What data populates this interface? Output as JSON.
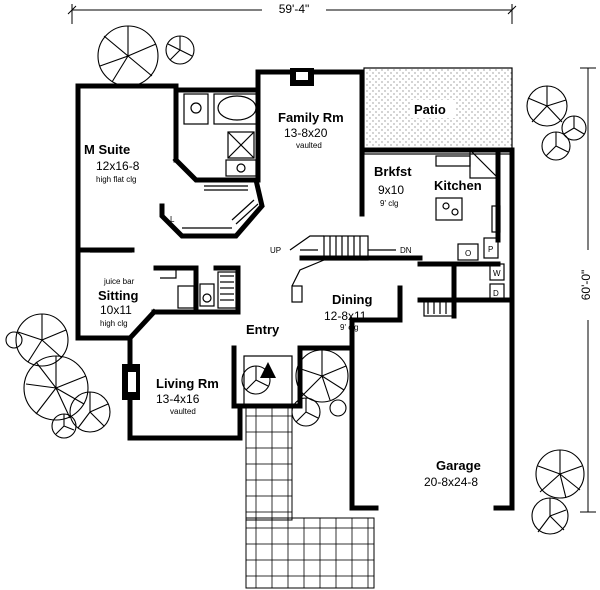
{
  "dimensions": {
    "width": "59'-4\"",
    "depth": "60'-0\""
  },
  "rooms": {
    "m_suite": {
      "name": "M Suite",
      "size": "12x16-8",
      "note": "high flat clg"
    },
    "family": {
      "name": "Family Rm",
      "size": "13-8x20",
      "note": "vaulted"
    },
    "patio": {
      "name": "Patio"
    },
    "brkfst": {
      "name": "Brkfst",
      "size": "9x10",
      "note": "9' clg"
    },
    "kitchen": {
      "name": "Kitchen"
    },
    "sitting": {
      "name": "Sitting",
      "size": "10x11",
      "note": "high clg"
    },
    "dining": {
      "name": "Dining",
      "size": "12-8x11",
      "note": "9' clg"
    },
    "entry": {
      "name": "Entry"
    },
    "living": {
      "name": "Living Rm",
      "size": "13-4x16",
      "note": "vaulted"
    },
    "garage": {
      "name": "Garage",
      "size": "20-8x24-8"
    }
  },
  "annotations": {
    "juice_bar": "juice bar",
    "up": "UP",
    "dn": "DN",
    "pantry": "P",
    "oven": "O",
    "washer": "W",
    "dryer": "D"
  },
  "colors": {
    "ink": "#000000",
    "paper": "#ffffff"
  }
}
